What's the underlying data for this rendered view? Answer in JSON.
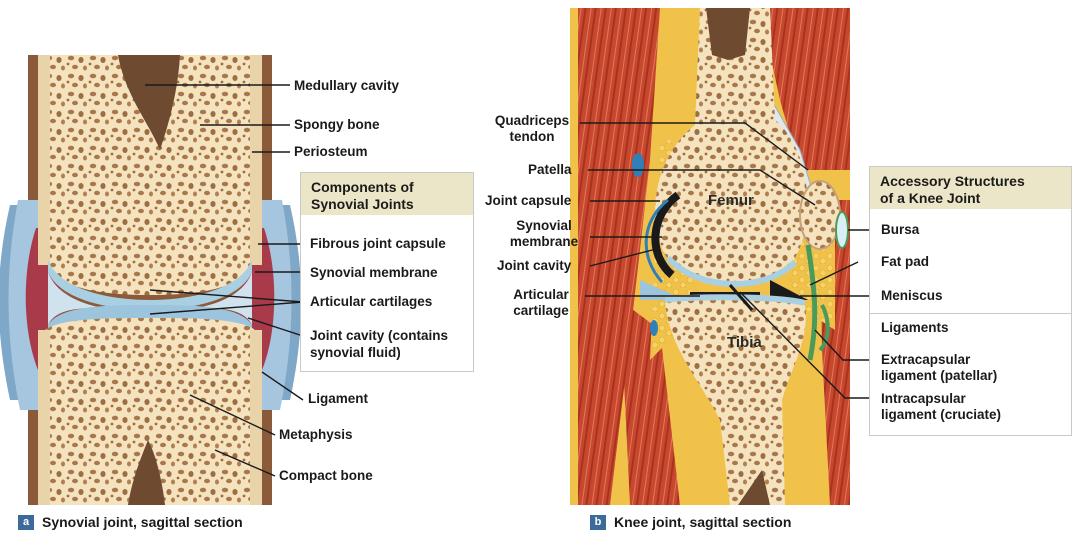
{
  "panel_a": {
    "badge": "a",
    "caption": "Synovial joint, sagittal section",
    "box_title_line1": "Components of",
    "box_title_line2": "Synovial Joints",
    "labels": {
      "medullary_cavity": "Medullary cavity",
      "spongy_bone": "Spongy bone",
      "periosteum": "Periosteum",
      "fibrous_joint_capsule": "Fibrous joint capsule",
      "synovial_membrane": "Synovial membrane",
      "articular_cartilages": "Articular cartilages",
      "joint_cavity_line1": "Joint cavity (contains",
      "joint_cavity_line2": "synovial fluid)",
      "ligament": "Ligament",
      "metaphysis": "Metaphysis",
      "compact_bone": "Compact bone"
    }
  },
  "panel_b": {
    "badge": "b",
    "caption": "Knee joint, sagittal section",
    "box_title_line1": "Accessory Structures",
    "box_title_line2": "of a Knee Joint",
    "bone_labels": {
      "femur": "Femur",
      "tibia": "Tibia"
    },
    "labels": {
      "quadriceps_tendon_line1": "Quadriceps",
      "quadriceps_tendon_line2": "tendon",
      "patella": "Patella",
      "joint_capsule": "Joint capsule",
      "synovial_membrane_line1": "Synovial",
      "synovial_membrane_line2": "membrane",
      "joint_cavity": "Joint cavity",
      "articular_cartilage_line1": "Articular",
      "articular_cartilage_line2": "cartilage",
      "bursa": "Bursa",
      "fat_pad": "Fat pad",
      "meniscus": "Meniscus",
      "ligaments": "Ligaments",
      "extracapsular_line1": "Extracapsular",
      "extracapsular_line2": "ligament (patellar)",
      "intracapsular_line1": "Intracapsular",
      "intracapsular_line2": "ligament (cruciate)"
    }
  },
  "colors": {
    "bone": "#f2dfb8",
    "bone_pores": "#a8784a",
    "marrow": "#6e4a30",
    "cartilage": "#a9cfe3",
    "capsule": "#8db5cf",
    "synovial": "#a83a4a",
    "muscle": "#c8482f",
    "fat": "#f1c24a",
    "ligament_green": "#4a9a5a",
    "badge": "#3c6a9a",
    "box_head": "#ece6c8"
  }
}
